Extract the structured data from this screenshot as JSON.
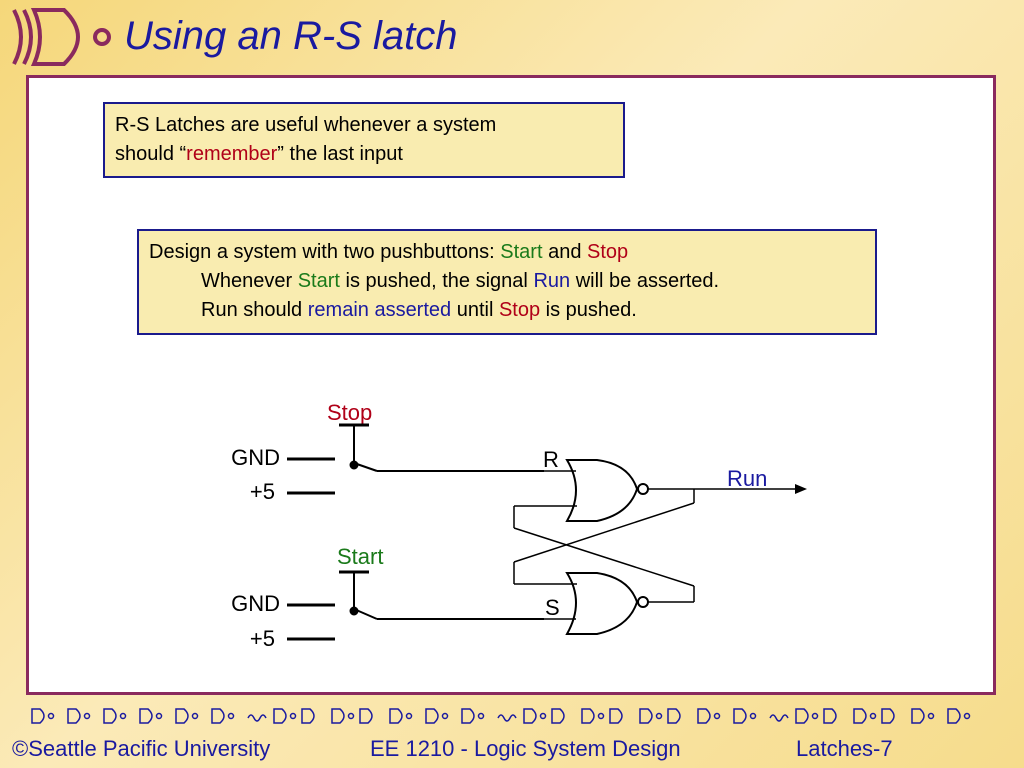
{
  "slide": {
    "title": "Using an R-S latch"
  },
  "box1": {
    "line1": "R-S Latches are useful whenever a system",
    "line2_pre": "should “",
    "line2_highlight": "remember",
    "line2_post": "” the last input"
  },
  "box2": {
    "line1_pre": "Design a system with two pushbuttons: ",
    "line1_start": "Start",
    "line1_and": " and ",
    "line1_stop": "Stop",
    "line2_pre": "Whenever ",
    "line2_start": "Start",
    "line2_mid": " is pushed, the signal ",
    "line2_run": "Run",
    "line2_post": " will be asserted.",
    "line3_pre": "Run should ",
    "line3_highlight": "remain asserted",
    "line3_mid": " until ",
    "line3_stop": "Stop",
    "line3_post": " is pushed."
  },
  "circuit": {
    "stop_label": "Stop",
    "start_label": "Start",
    "gnd_top": "GND",
    "plus5_top": "+5",
    "gnd_bottom": "GND",
    "plus5_bottom": "+5",
    "r_label": "R",
    "s_label": "S",
    "run_label": "Run"
  },
  "footer": {
    "copyright": "©Seattle Pacific University",
    "course": "EE 1210 - Logic System Design",
    "page": "Latches-7"
  },
  "colors": {
    "title": "#1a1aa0",
    "frame": "#8a2a5e",
    "box_fill": "#f9ecb0",
    "red": "#b00018",
    "green": "#1a7a1a",
    "blue": "#1a1aa0"
  },
  "icons": {
    "logo": "nor-gate-logo-icon",
    "footer": "logic-gate-symbols-strip"
  }
}
